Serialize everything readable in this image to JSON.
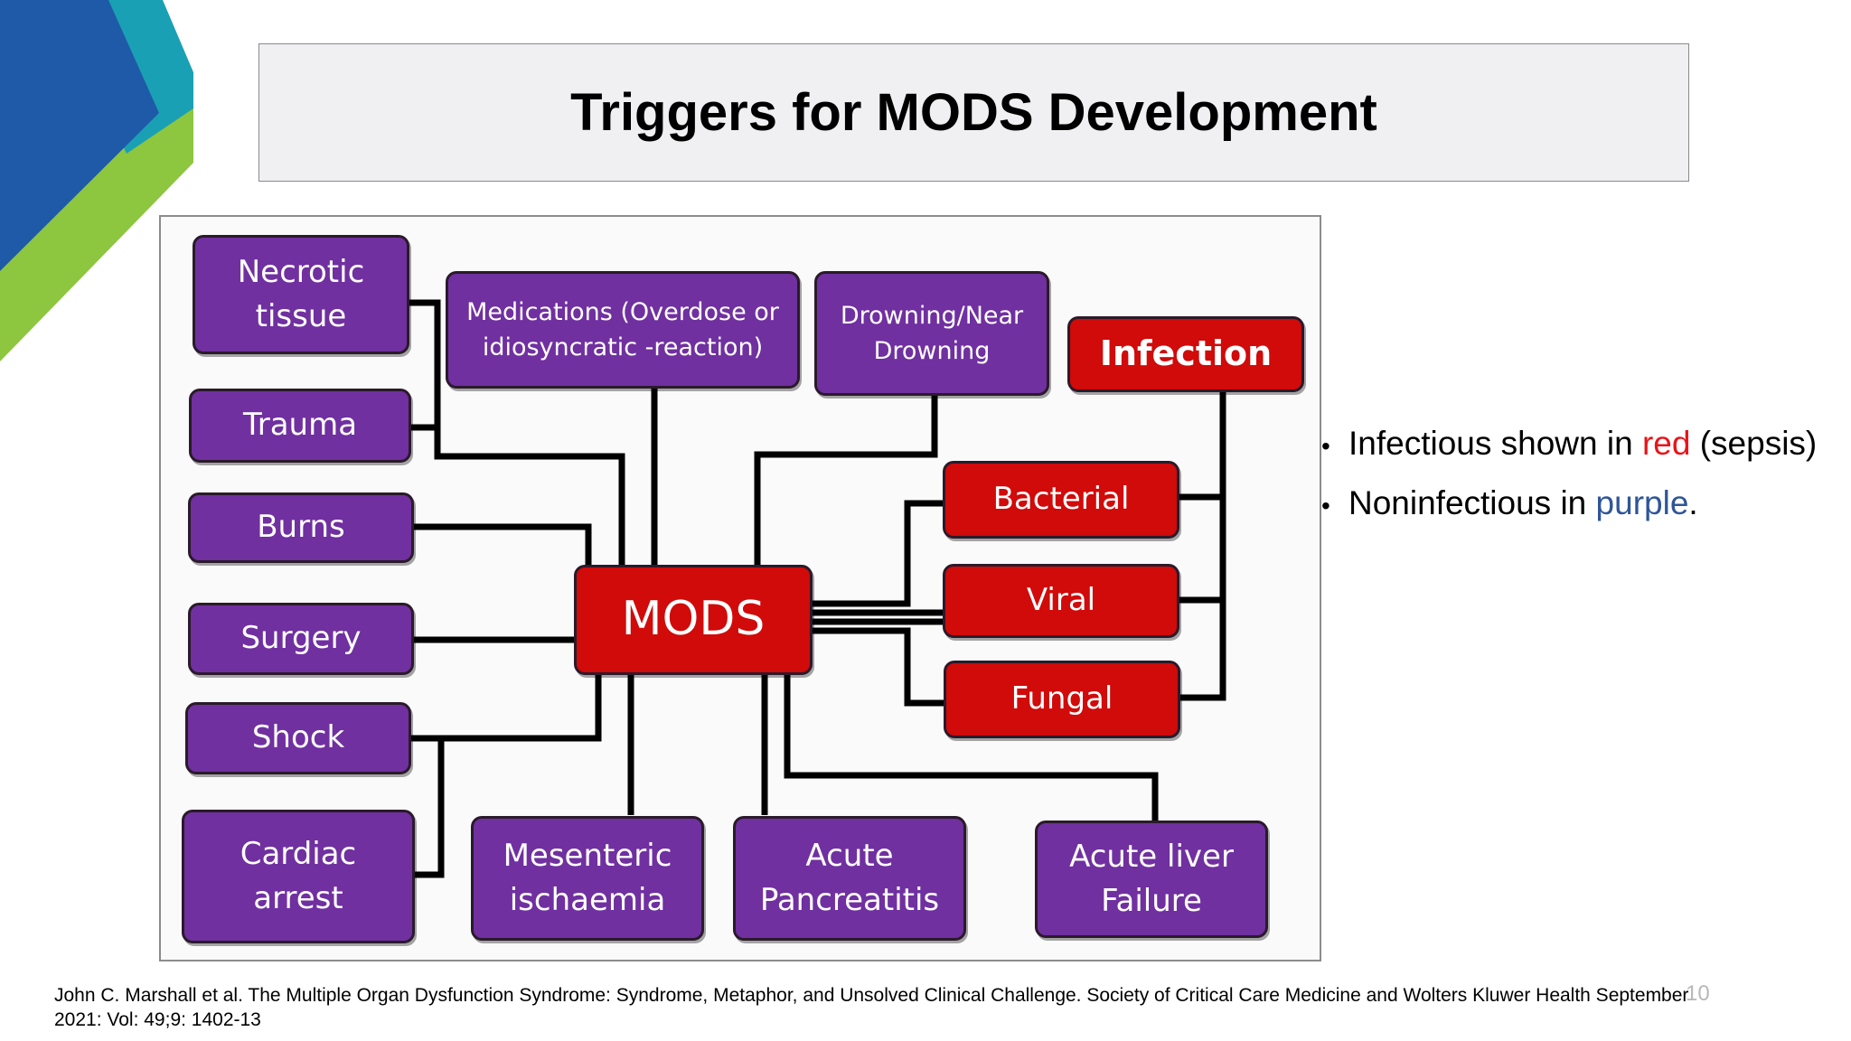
{
  "slide": {
    "title": "Triggers for MODS Development",
    "slide_number": "10",
    "citation": "John C. Marshall et al. The Multiple Organ Dysfunction Syndrome: Syndrome, Metaphor, and Unsolved Clinical Challenge. Society of Critical Care Medicine and Wolters Kluwer Health September 2021: Vol: 49;9: 1402-13"
  },
  "diagram": {
    "center": "MODS",
    "noninfectious": {
      "necrotic": "Necrotic tissue",
      "trauma": "Trauma",
      "burns": "Burns",
      "surgery": "Surgery",
      "shock": "Shock",
      "cardiac": "Cardiac arrest",
      "medications": "Medications (Overdose or idiosyncratic -reaction)",
      "drowning": "Drowning/Near Drowning",
      "mesenteric": "Mesenteric ischaemia",
      "pancreatitis": "Acute Pancreatitis",
      "liver": "Acute liver Failure"
    },
    "infectious": {
      "infection": "Infection",
      "bacterial": "Bacterial",
      "viral": "Viral",
      "fungal": "Fungal"
    },
    "colors": {
      "infectious": "#d10a0a",
      "noninfectious": "#7030a0",
      "connector": "#000000"
    }
  },
  "notes": {
    "b1_pre": "Infectious shown in ",
    "b1_red": "red",
    "b1_post": " (sepsis)",
    "b2_pre": "Noninfectious in ",
    "b2_purple": "purple",
    "b2_post": "."
  },
  "bullet_glyph": "•"
}
